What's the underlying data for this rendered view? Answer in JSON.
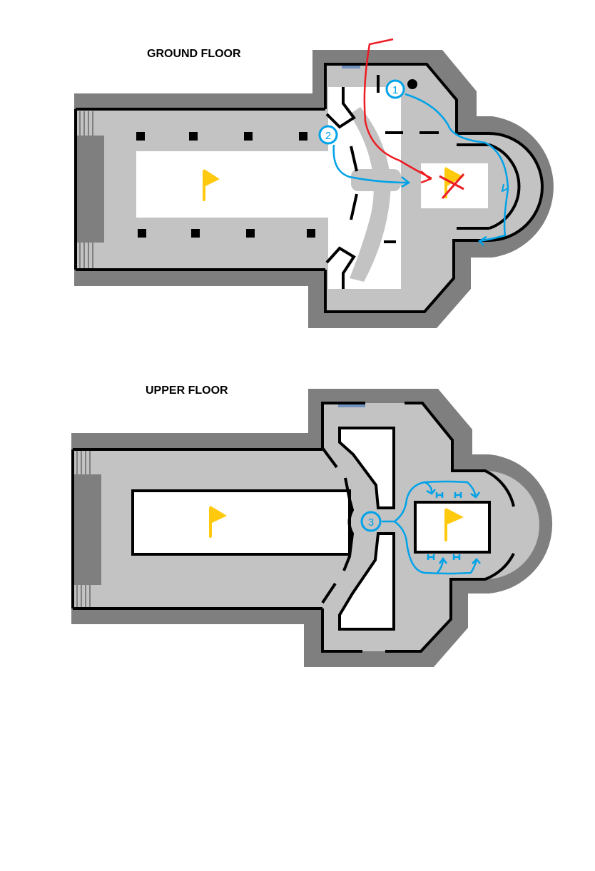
{
  "floors": [
    {
      "title": "GROUND FLOOR",
      "markers": [
        "1",
        "2"
      ]
    },
    {
      "title": "UPPER FLOOR",
      "markers": [
        "3"
      ]
    }
  ],
  "colors": {
    "outer_wall": "#7f7f7f",
    "floor": "#c3c3c3",
    "open": "#ffffff",
    "wall_line": "#000000",
    "flag": "#FFC90E",
    "blue_path": "#00A2E8",
    "red_path": "#ED1C24",
    "window": "#7092BE"
  },
  "icons": [
    "flag-icon",
    "crossed-flag-icon",
    "pillar-icon",
    "stairs-icon"
  ]
}
